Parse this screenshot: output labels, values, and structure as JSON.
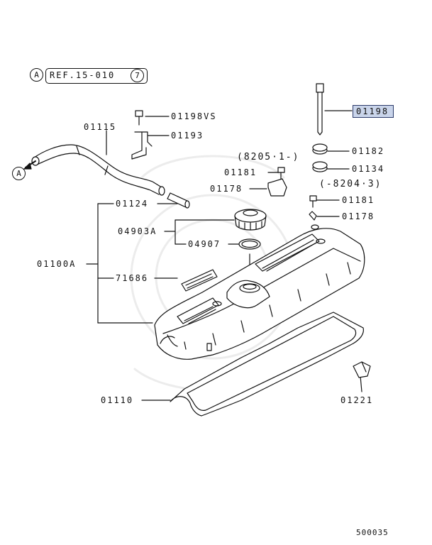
{
  "ref": {
    "marker": "A",
    "text": "REF.15-010",
    "sheet": "7"
  },
  "arrow_marker": "A",
  "highlighted_part": "01198",
  "labels": {
    "p01198vs": "01198VS",
    "p01193": "01193",
    "p01115": "01115",
    "p01182": "01182",
    "p8205": "(8205·1-)",
    "p01181a": "01181",
    "p01134": "01134",
    "p01178a": "01178",
    "p8204": "(-8204·3)",
    "p01181b": "01181",
    "p01178b": "01178",
    "p01124": "01124",
    "p04903a": "04903A",
    "p04907": "04907",
    "p01100a": "01100A",
    "p71686": "71686",
    "p01110": "01110",
    "p01221": "01221"
  },
  "page_code": "500035"
}
